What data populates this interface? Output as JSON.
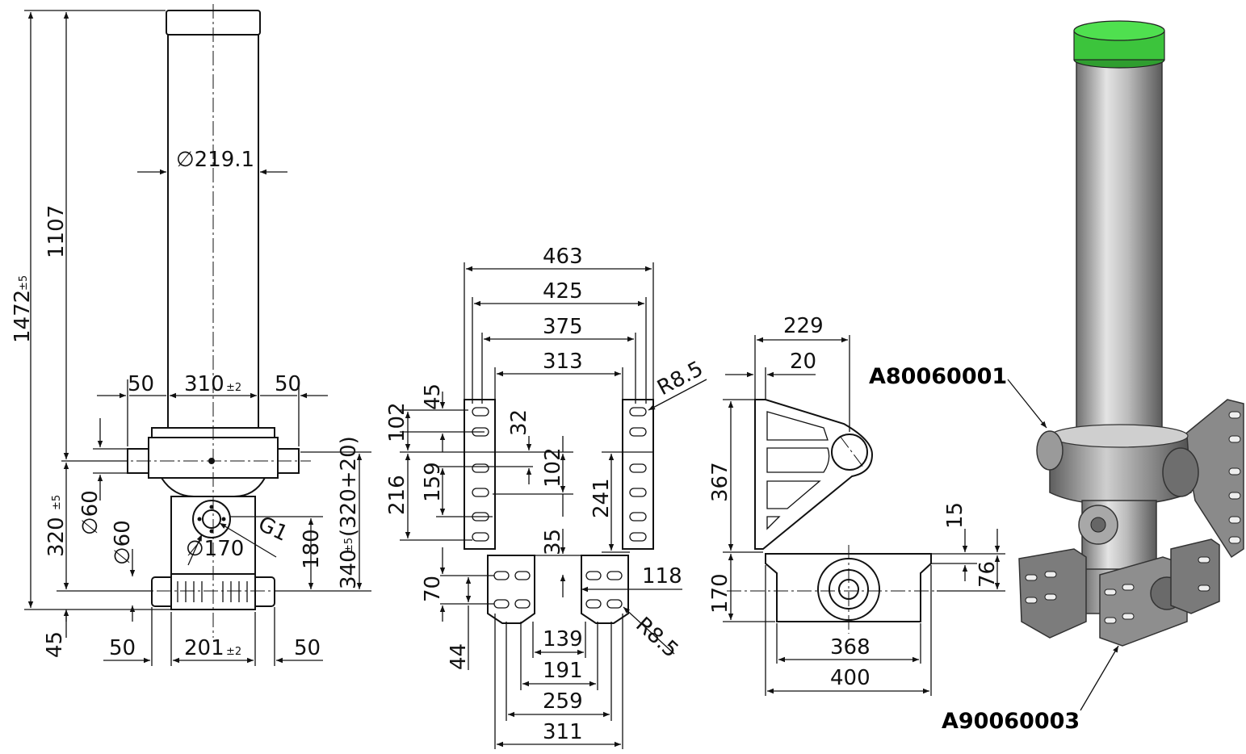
{
  "drawing": {
    "cylinder_dims": {
      "total_height": "1472",
      "total_height_tol": "±5",
      "tube_length": "1107",
      "tube_diameter": "∅219.1",
      "trunnion_span": "310",
      "trunnion_span_tol": "±2",
      "trunnion_pin_left": "50",
      "trunnion_pin_right": "50",
      "trunnion_height": "320",
      "trunnion_height_tol": "±5",
      "pin_dia_upper": "∅60",
      "pin_dia_lower": "∅60",
      "port_dia": "∅170",
      "port_thread": "G1",
      "port_height": "180",
      "mount_height": "340",
      "mount_height_tol": "±5",
      "mount_height_note": "(320+20)",
      "bottom_offset": "45",
      "bottom_span": "201",
      "bottom_span_tol": "±2",
      "bottom_pin_left": "50",
      "bottom_pin_right": "50"
    },
    "bracket_dims": {
      "w463": "463",
      "w425": "425",
      "w375": "375",
      "w313": "313",
      "radius_top": "R8.5",
      "h45": "45",
      "h102a": "102",
      "h32": "32",
      "h102b": "102",
      "h159": "159",
      "h216": "216",
      "h241": "241",
      "h35": "35",
      "h70": "70",
      "h44": "44",
      "w118": "118",
      "radius_bottom": "R8.5",
      "w139": "139",
      "w191": "191",
      "w259": "259",
      "w311": "311"
    },
    "side_dims": {
      "w229": "229",
      "w20": "20",
      "h367": "367",
      "h15": "15",
      "h170": "170",
      "h76": "76",
      "w368": "368",
      "w400": "400"
    },
    "part_numbers": {
      "upper": "A80060001",
      "lower": "A90060003"
    },
    "colors": {
      "line": "#111111",
      "cap_green": "#3cc43c",
      "steel_light": "#dcdcdc",
      "steel_dark": "#7a7a7a",
      "bracket": "#8a8a8a"
    }
  }
}
